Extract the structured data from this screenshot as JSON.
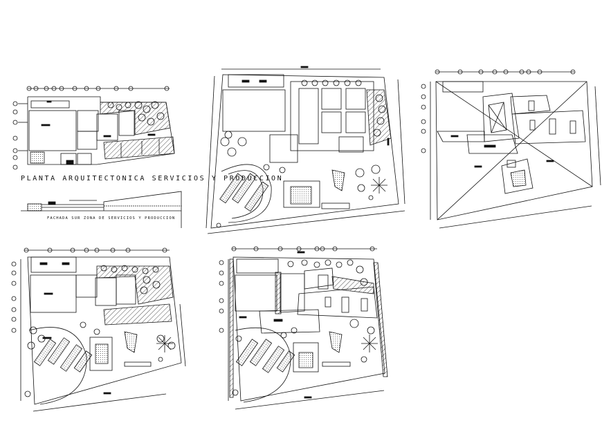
{
  "sheet": {
    "caption_main": "PLANTA ARQUITECTONICA SERVICIOS Y PRODUCCION",
    "caption_sub": "FACHADA SUR ZONA DE SERVICIOS Y PRODUCCION"
  },
  "colors": {
    "ink": "#111111",
    "paper": "#ffffff"
  },
  "drawings": [
    "floor-plan-services-production",
    "south-elevation",
    "site-plan",
    "roof-plan",
    "site-plan-variant",
    "site-plan-with-roofs"
  ]
}
